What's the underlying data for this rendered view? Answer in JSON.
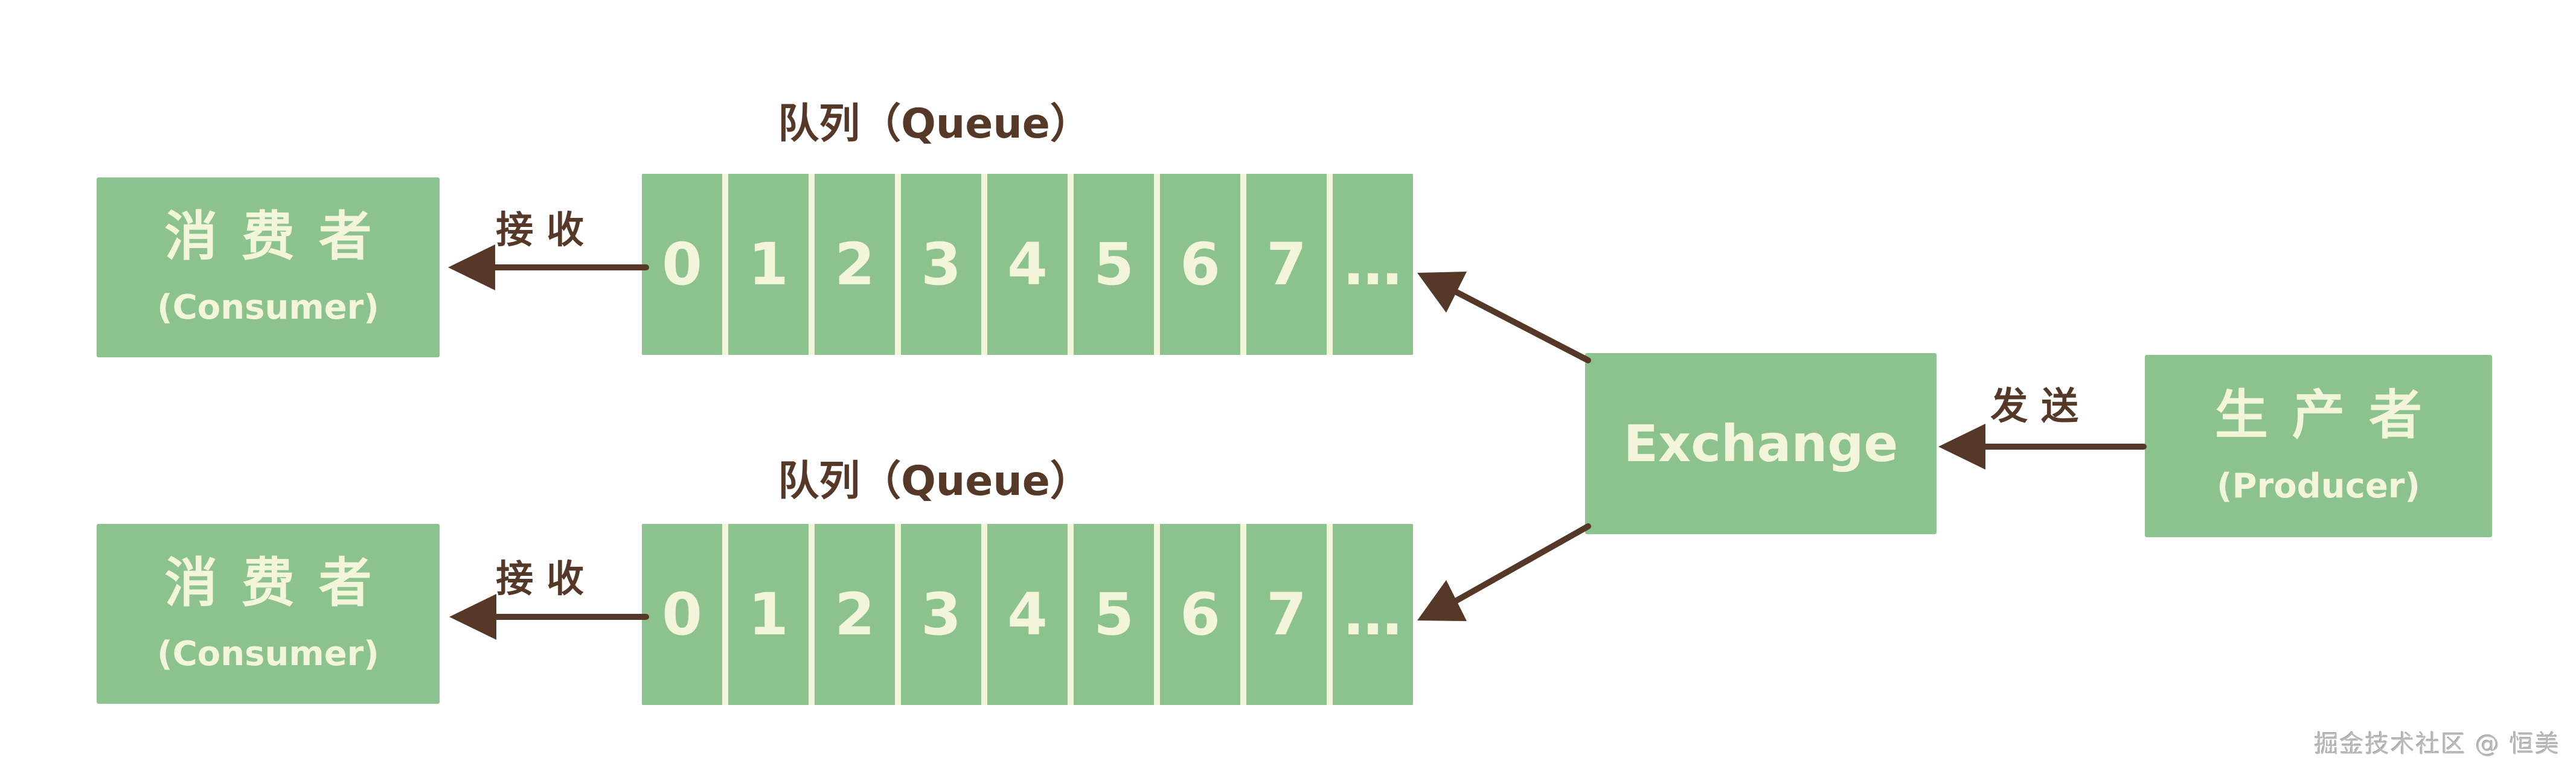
{
  "colors": {
    "box_green": "#8cc28d",
    "text_cream": "#f2f5d9",
    "ink_brown": "#553827",
    "watermark_gray": "#bdb9b6"
  },
  "queues": [
    {
      "label": "队列（Queue）",
      "cells": [
        "0",
        "1",
        "2",
        "3",
        "4",
        "5",
        "6",
        "7",
        "…"
      ]
    },
    {
      "label": "队列（Queue）",
      "cells": [
        "0",
        "1",
        "2",
        "3",
        "4",
        "5",
        "6",
        "7",
        "…"
      ]
    }
  ],
  "consumers": [
    {
      "title": "消费者",
      "subtitle": "(Consumer)"
    },
    {
      "title": "消费者",
      "subtitle": "(Consumer)"
    }
  ],
  "exchange": {
    "title": "Exchange"
  },
  "producer": {
    "title": "生产者",
    "subtitle": "(Producer)"
  },
  "arrows": {
    "receive_top": "接收",
    "receive_bottom": "接收",
    "send": "发送"
  },
  "watermark": "掘金技术社区 @ 恒美"
}
